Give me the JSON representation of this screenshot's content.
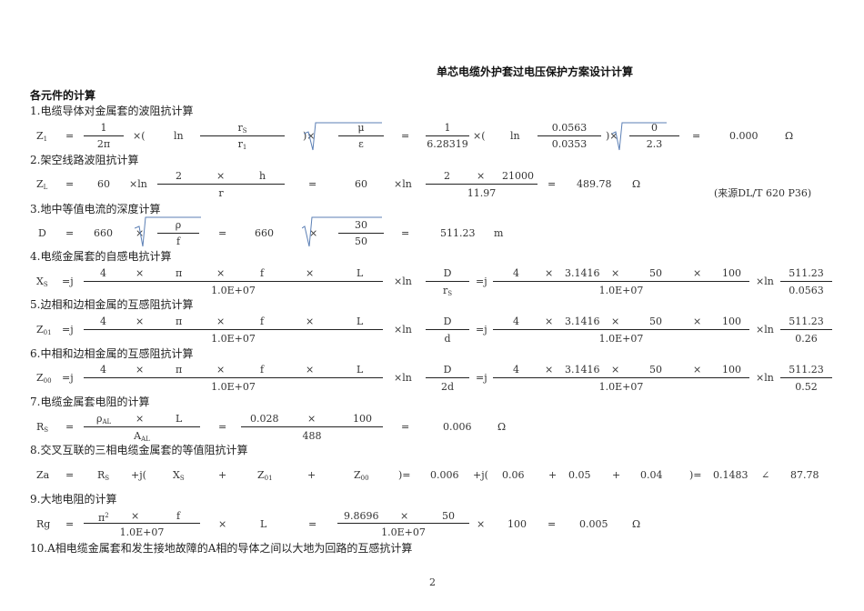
{
  "title": "单芯电缆外护套过电压保护方案设计计算",
  "section_heading": "各元件的计算",
  "items": [
    {
      "heading": "1.电缆导体对金属套的波阻抗计算"
    },
    {
      "heading": "2.架空线路波阻抗计算"
    },
    {
      "heading": "3.地中等值电流的深度计算"
    },
    {
      "heading": "4.电缆金属套的自感电抗计算"
    },
    {
      "heading": "5.边相和边相金属的互感阻抗计算"
    },
    {
      "heading": "6.中相和边相金属的互感阻抗计算"
    },
    {
      "heading": "7.电缆金属套电阻的计算"
    },
    {
      "heading": "8.交叉互联的三相电缆金属套的等值阻抗计算"
    },
    {
      "heading": "9.大地电阻的计算"
    },
    {
      "heading": "10.A相电缆金属套和发生接地故障的A相的导体之间以大地为回路的互感抗计算"
    }
  ],
  "f1": {
    "lhs": "Z",
    "lhs_sub": "1",
    "eq": "=",
    "num1": "1",
    "den1": "2π",
    "times_open": "×(",
    "ln": "ln",
    "num2": "r",
    "num2_sub": "S",
    "den2": "r",
    "den2_sub": "1",
    "close_times": ")×",
    "num3": "μ",
    "den3": "ε",
    "eq2": "=",
    "v_num1": "1",
    "v_den1": "6.28319",
    "v_times_open": "×(",
    "v_ln": "ln",
    "v_num2": "0.0563",
    "v_den2": "0.0353",
    "v_close_times": ")×",
    "v_num3": "0",
    "v_den3": "2.3",
    "eq3": "=",
    "result": "0.000",
    "unit": "Ω"
  },
  "f2": {
    "lhs": "Z",
    "lhs_sub": "L",
    "eq": "=",
    "k": "60",
    "xln": "×ln",
    "num_a": "2",
    "num_x": "×",
    "num_b": "h",
    "den": "r",
    "eq2": "=",
    "v_k": "60",
    "v_xln": "×ln",
    "v_num_a": "2",
    "v_num_x": "×",
    "v_num_b": "21000",
    "v_den": "11.97",
    "eq3": "=",
    "result": "489.78",
    "unit": "Ω",
    "source": "(来源DL/T 620 P36)"
  },
  "f3": {
    "lhs": "D",
    "eq": "=",
    "k": "660",
    "times": "×",
    "num": "ρ",
    "den": "f",
    "eq2": "=",
    "v_k": "660",
    "v_times": "×",
    "v_num": "30",
    "v_den": "50",
    "eq3": "=",
    "result": "511.23",
    "unit": "m"
  },
  "f4": {
    "lhs": "X",
    "lhs_sub": "S",
    "eqj": "=j",
    "num": [
      "4",
      "×",
      "π",
      "×",
      "f",
      "×",
      "L"
    ],
    "den": "1.0E+07",
    "xln": "×ln",
    "ln_num": "D",
    "ln_den": "r",
    "ln_den_sub": "S",
    "eqj2": "=j",
    "v_num": [
      "4",
      "×",
      "3.1416",
      "×",
      "50",
      "×",
      "100"
    ],
    "v_den": "1.0E+07",
    "v_xln": "×ln",
    "v_ln_num": "511.23",
    "v_ln_den": "0.0563"
  },
  "f5": {
    "lhs": "Z",
    "lhs_sub": "01",
    "eqj": "=j",
    "num": [
      "4",
      "×",
      "π",
      "×",
      "f",
      "×",
      "L"
    ],
    "den": "1.0E+07",
    "xln": "×ln",
    "ln_num": "D",
    "ln_den": "d",
    "eqj2": "=j",
    "v_num": [
      "4",
      "×",
      "3.1416",
      "×",
      "50",
      "×",
      "100"
    ],
    "v_den": "1.0E+07",
    "v_xln": "×ln",
    "v_ln_num": "511.23",
    "v_ln_den": "0.26"
  },
  "f6": {
    "lhs": "Z",
    "lhs_sub": "00",
    "eqj": "=j",
    "num": [
      "4",
      "×",
      "π",
      "×",
      "f",
      "×",
      "L"
    ],
    "den": "1.0E+07",
    "xln": "×ln",
    "ln_num": "D",
    "ln_den": "2d",
    "eqj2": "=j",
    "v_num": [
      "4",
      "×",
      "3.1416",
      "×",
      "50",
      "×",
      "100"
    ],
    "v_den": "1.0E+07",
    "v_xln": "×ln",
    "v_ln_num": "511.23",
    "v_ln_den": "0.52"
  },
  "f7": {
    "lhs": "R",
    "lhs_sub": "S",
    "eq": "=",
    "num_a": "ρ",
    "num_a_sub": "AL",
    "num_x": "×",
    "num_b": "L",
    "den": "A",
    "den_sub": "AL",
    "eq2": "=",
    "v_num_a": "0.028",
    "v_num_x": "×",
    "v_num_b": "100",
    "v_den": "488",
    "eq3": "=",
    "result": "0.006",
    "unit": "Ω"
  },
  "f8": {
    "lhs": "Za",
    "eq": "=",
    "t1": "R",
    "t1_sub": "S",
    "pj": "+j(",
    "t2": "X",
    "t2_sub": "S",
    "plus1": "+",
    "t3": "Z",
    "t3_sub": "01",
    "plus2": "+",
    "t4": "Z",
    "t4_sub": "00",
    "close_eq": ")=",
    "v1": "0.006",
    "v_pj": "+j(",
    "v2": "0.06",
    "v_plus1": "+",
    "v3": "0.05",
    "v_plus2": "+",
    "v4": "0.04",
    "v_close_eq": ")=",
    "mag": "0.1483",
    "angle_sym": "∠",
    "angle": "87.78"
  },
  "f9": {
    "lhs": "Rg",
    "eq": "=",
    "num_a": "π",
    "num_a_sup": "2",
    "num_x": "×",
    "num_b": "f",
    "den": "1.0E+07",
    "times": "×",
    "L": "L",
    "eq2": "=",
    "v_num_a": "9.8696",
    "v_num_x": "×",
    "v_num_b": "50",
    "v_den": "1.0E+07",
    "v_times": "×",
    "v_L": "100",
    "eq3": "=",
    "result": "0.005",
    "unit": "Ω"
  },
  "page_number": "2",
  "colors": {
    "sqrt_line": "#5b7fb5",
    "text": "#222222"
  }
}
